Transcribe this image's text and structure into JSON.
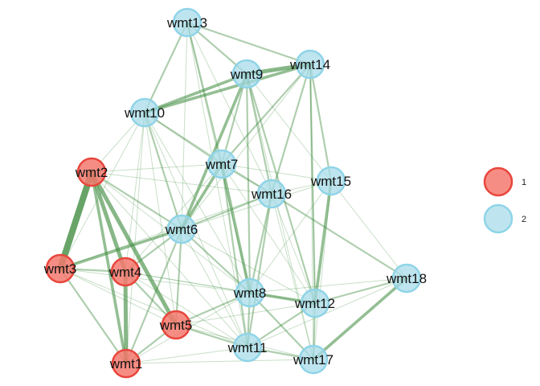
{
  "colors": {
    "edge": "#3d8b3d",
    "group_1_fill": "#f4796f",
    "group_1_stroke": "#e8463c",
    "group_2_fill": "#a8dcea",
    "group_2_stroke": "#8fd4e8"
  },
  "nodes": [
    {
      "id": "wmt1",
      "label": "wmt1",
      "group": "1"
    },
    {
      "id": "wmt2",
      "label": "wmt2",
      "group": "1"
    },
    {
      "id": "wmt3",
      "label": "wmt3",
      "group": "1"
    },
    {
      "id": "wmt4",
      "label": "wmt4",
      "group": "1"
    },
    {
      "id": "wmt5",
      "label": "wmt5",
      "group": "1"
    },
    {
      "id": "wmt6",
      "label": "wmt6",
      "group": "2"
    },
    {
      "id": "wmt7",
      "label": "wmt7",
      "group": "2"
    },
    {
      "id": "wmt8",
      "label": "wmt8",
      "group": "2"
    },
    {
      "id": "wmt9",
      "label": "wmt9",
      "group": "2"
    },
    {
      "id": "wmt10",
      "label": "wmt10",
      "group": "2"
    },
    {
      "id": "wmt11",
      "label": "wmt11",
      "group": "2"
    },
    {
      "id": "wmt12",
      "label": "wmt12",
      "group": "2"
    },
    {
      "id": "wmt13",
      "label": "wmt13",
      "group": "2"
    },
    {
      "id": "wmt14",
      "label": "wmt14",
      "group": "2"
    },
    {
      "id": "wmt15",
      "label": "wmt15",
      "group": "2"
    },
    {
      "id": "wmt16",
      "label": "wmt16",
      "group": "2"
    },
    {
      "id": "wmt17",
      "label": "wmt17",
      "group": "2"
    },
    {
      "id": "wmt18",
      "label": "wmt18",
      "group": "2"
    }
  ],
  "edges": [
    [
      "wmt2",
      "wmt3",
      6
    ],
    [
      "wmt2",
      "wmt4",
      4
    ],
    [
      "wmt2",
      "wmt5",
      4
    ],
    [
      "wmt2",
      "wmt1",
      3
    ],
    [
      "wmt2",
      "wmt6",
      2
    ],
    [
      "wmt2",
      "wmt10",
      1
    ],
    [
      "wmt2",
      "wmt7",
      1
    ],
    [
      "wmt2",
      "wmt8",
      1
    ],
    [
      "wmt2",
      "wmt11",
      1
    ],
    [
      "wmt2",
      "wmt16",
      1
    ],
    [
      "wmt3",
      "wmt6",
      3
    ],
    [
      "wmt3",
      "wmt4",
      2
    ],
    [
      "wmt3",
      "wmt1",
      2
    ],
    [
      "wmt3",
      "wmt5",
      1
    ],
    [
      "wmt3",
      "wmt8",
      1
    ],
    [
      "wmt3",
      "wmt10",
      1
    ],
    [
      "wmt3",
      "wmt11",
      1
    ],
    [
      "wmt3",
      "wmt16",
      1
    ],
    [
      "wmt4",
      "wmt1",
      4
    ],
    [
      "wmt4",
      "wmt5",
      2
    ],
    [
      "wmt4",
      "wmt6",
      2
    ],
    [
      "wmt4",
      "wmt8",
      1
    ],
    [
      "wmt4",
      "wmt10",
      1
    ],
    [
      "wmt4",
      "wmt7",
      1
    ],
    [
      "wmt4",
      "wmt11",
      1
    ],
    [
      "wmt4",
      "wmt12",
      1
    ],
    [
      "wmt5",
      "wmt11",
      2
    ],
    [
      "wmt5",
      "wmt6",
      2
    ],
    [
      "wmt5",
      "wmt8",
      2
    ],
    [
      "wmt5",
      "wmt12",
      1
    ],
    [
      "wmt5",
      "wmt1",
      2
    ],
    [
      "wmt5",
      "wmt10",
      1
    ],
    [
      "wmt5",
      "wmt17",
      1
    ],
    [
      "wmt1",
      "wmt11",
      1
    ],
    [
      "wmt1",
      "wmt8",
      1
    ],
    [
      "wmt1",
      "wmt6",
      2
    ],
    [
      "wmt1",
      "wmt17",
      1
    ],
    [
      "wmt1",
      "wmt10",
      1
    ],
    [
      "wmt6",
      "wmt7",
      3
    ],
    [
      "wmt6",
      "wmt9",
      3
    ],
    [
      "wmt6",
      "wmt16",
      2
    ],
    [
      "wmt6",
      "wmt8",
      2
    ],
    [
      "wmt6",
      "wmt10",
      2
    ],
    [
      "wmt6",
      "wmt13",
      1
    ],
    [
      "wmt6",
      "wmt11",
      1
    ],
    [
      "wmt6",
      "wmt15",
      1
    ],
    [
      "wmt6",
      "wmt12",
      1
    ],
    [
      "wmt6",
      "wmt14",
      1
    ],
    [
      "wmt7",
      "wmt8",
      3
    ],
    [
      "wmt7",
      "wmt9",
      2
    ],
    [
      "wmt7",
      "wmt16",
      2
    ],
    [
      "wmt7",
      "wmt10",
      2
    ],
    [
      "wmt7",
      "wmt13",
      2
    ],
    [
      "wmt7",
      "wmt14",
      2
    ],
    [
      "wmt7",
      "wmt15",
      1
    ],
    [
      "wmt7",
      "wmt11",
      2
    ],
    [
      "wmt7",
      "wmt12",
      1
    ],
    [
      "wmt8",
      "wmt12",
      3
    ],
    [
      "wmt8",
      "wmt11",
      2
    ],
    [
      "wmt8",
      "wmt16",
      2
    ],
    [
      "wmt8",
      "wmt9",
      2
    ],
    [
      "wmt8",
      "wmt17",
      2
    ],
    [
      "wmt8",
      "wmt13",
      1
    ],
    [
      "wmt8",
      "wmt15",
      1
    ],
    [
      "wmt8",
      "wmt18",
      1
    ],
    [
      "wmt8",
      "wmt10",
      1
    ],
    [
      "wmt9",
      "wmt14",
      4
    ],
    [
      "wmt9",
      "wmt10",
      3
    ],
    [
      "wmt9",
      "wmt13",
      2
    ],
    [
      "wmt9",
      "wmt16",
      2
    ],
    [
      "wmt9",
      "wmt12",
      2
    ],
    [
      "wmt9",
      "wmt17",
      1
    ],
    [
      "wmt9",
      "wmt15",
      1
    ],
    [
      "wmt10",
      "wmt13",
      2
    ],
    [
      "wmt10",
      "wmt14",
      3
    ],
    [
      "wmt10",
      "wmt11",
      1
    ],
    [
      "wmt10",
      "wmt16",
      1
    ],
    [
      "wmt11",
      "wmt17",
      2
    ],
    [
      "wmt11",
      "wmt12",
      2
    ],
    [
      "wmt11",
      "wmt16",
      2
    ],
    [
      "wmt11",
      "wmt18",
      1
    ],
    [
      "wmt11",
      "wmt13",
      1
    ],
    [
      "wmt12",
      "wmt17",
      2
    ],
    [
      "wmt12",
      "wmt15",
      3
    ],
    [
      "wmt12",
      "wmt18",
      2
    ],
    [
      "wmt12",
      "wmt16",
      1
    ],
    [
      "wmt12",
      "wmt14",
      1
    ],
    [
      "wmt13",
      "wmt14",
      2
    ],
    [
      "wmt13",
      "wmt16",
      1
    ],
    [
      "wmt14",
      "wmt15",
      2
    ],
    [
      "wmt14",
      "wmt16",
      2
    ],
    [
      "wmt14",
      "wmt12",
      2
    ],
    [
      "wmt14",
      "wmt17",
      1
    ],
    [
      "wmt15",
      "wmt16",
      1
    ],
    [
      "wmt15",
      "wmt17",
      1
    ],
    [
      "wmt15",
      "wmt18",
      1
    ],
    [
      "wmt16",
      "wmt18",
      2
    ],
    [
      "wmt16",
      "wmt17",
      1
    ],
    [
      "wmt17",
      "wmt18",
      3
    ]
  ],
  "legend": [
    {
      "group": "1",
      "label": "1"
    },
    {
      "group": "2",
      "label": "2"
    }
  ]
}
